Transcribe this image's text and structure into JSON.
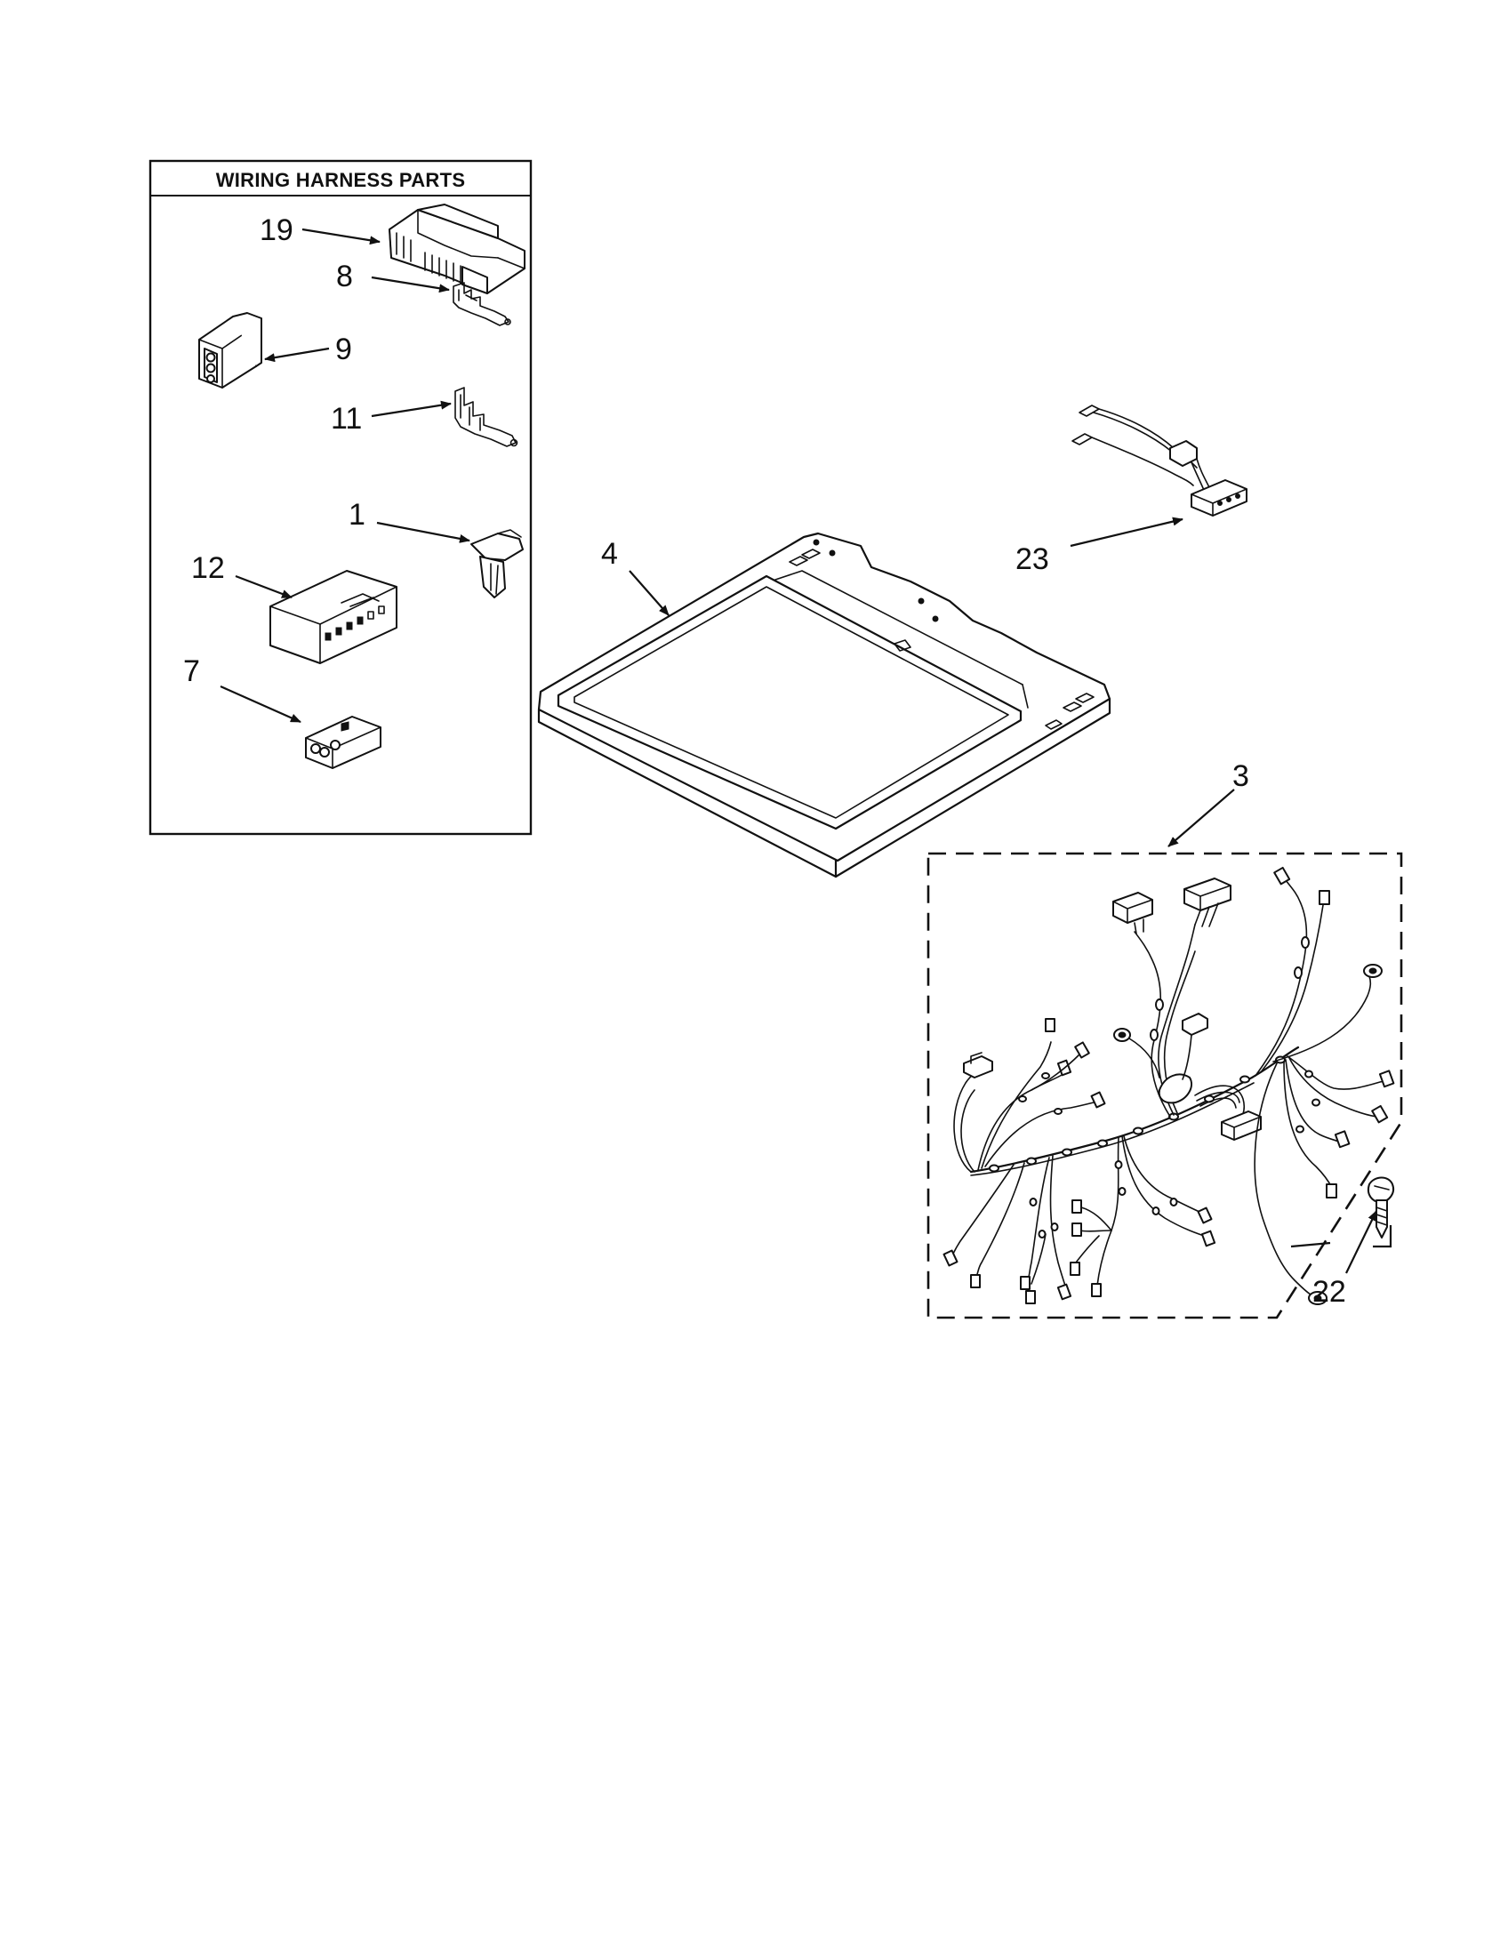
{
  "box": {
    "title": "WIRING HARNESS PARTS"
  },
  "callouts": {
    "c19": "19",
    "c8": "8",
    "c9": "9",
    "c11": "11",
    "c1": "1",
    "c12": "12",
    "c7": "7",
    "c4": "4",
    "c23": "23",
    "c3": "3",
    "c22": "22"
  }
}
